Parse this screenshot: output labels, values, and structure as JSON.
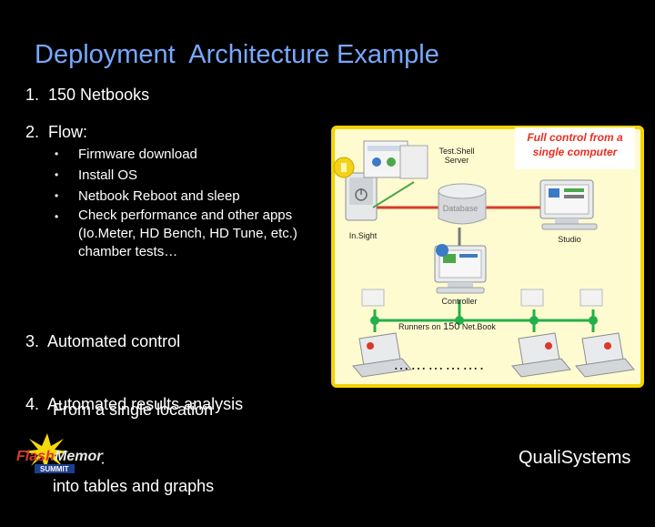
{
  "title": "Deployment  Architecture Example",
  "items": {
    "item1": "1.  150 Netbooks",
    "item2": "2.  Flow:",
    "bullets": [
      "Firmware download",
      "Install OS",
      "Netbook Reboot and sleep",
      "Check performance and other apps (Io.Meter, HD Bench, HD Tune, etc.) chamber tests…"
    ],
    "item3_line1": "3.  Automated control",
    "item3_line2": "      From a single location",
    "item4_line1": "4.  Automated results analysis",
    "item4_line2": "      into tables and graphs"
  },
  "diagram": {
    "callout": "Full control from a single computer",
    "testshell_label": "Test.Shell\nServer",
    "database_label": "Database",
    "insight_label": "In.Sight",
    "studio_label": "Studio",
    "controller_label": "Controller",
    "runners_label_pre": "Runners on ",
    "runners_count": "150",
    "runners_label_post": " Net.Book",
    "dots": "…………….",
    "colors": {
      "panel_bg": "#fffbd0",
      "panel_border": "#f3d400",
      "green_bus": "#23b04a",
      "red_link": "#d83a2b",
      "grey_link": "#7a7a7a",
      "title": "#78a8ff",
      "callout_text": "#ea2e20"
    }
  },
  "logos": {
    "fms_flash": "Flash",
    "fms_memory": "Memory",
    "fms_summit": "SUMMIT",
    "qualisystems": "QualiSystems"
  }
}
